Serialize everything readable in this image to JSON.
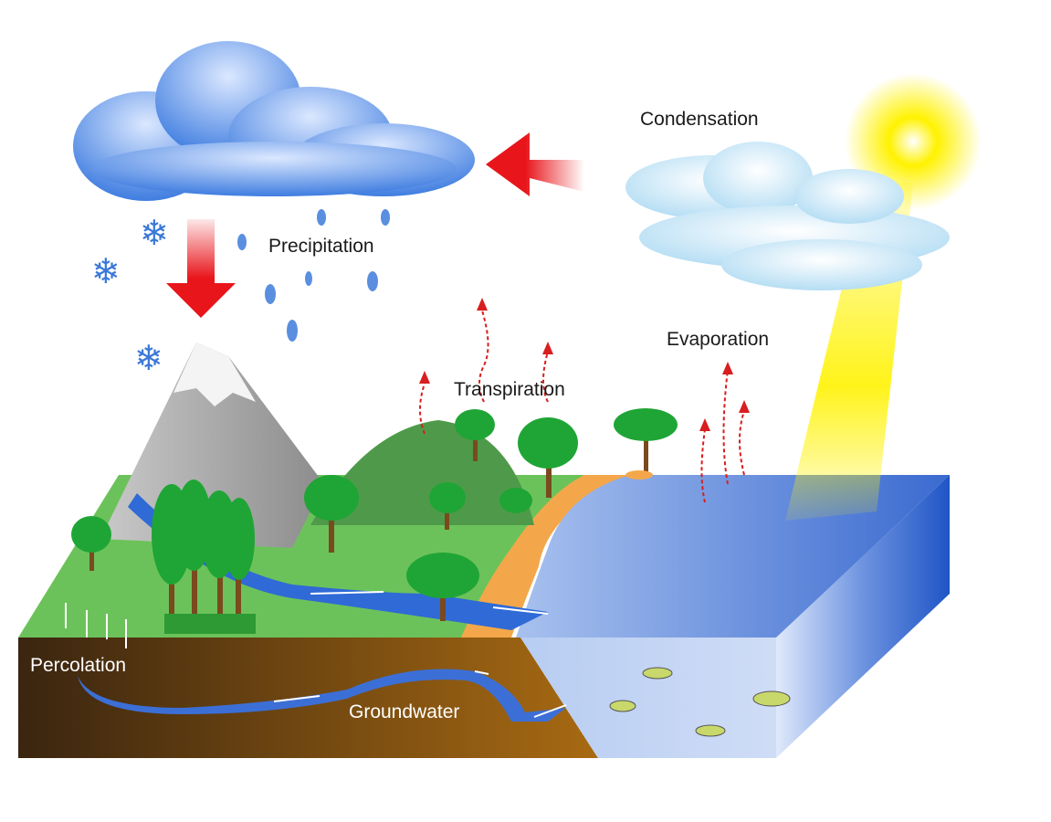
{
  "title": "Water cycle",
  "labels": {
    "condensation": "Condensation",
    "precipitation": "Precipitation",
    "transpiration": "Transpiration",
    "evaporation": "Evaporation",
    "percolation": "Percolation",
    "groundwater": "Groundwater"
  },
  "colors": {
    "arrow": "#e8151b",
    "land": "#6cc25a",
    "water": "#a9c4ee",
    "water_side": "#2a5cc8",
    "soil_dark": "#3a2510",
    "soil_light": "#a86a12",
    "sand": "#f4a74a",
    "sun": "#fff200"
  }
}
